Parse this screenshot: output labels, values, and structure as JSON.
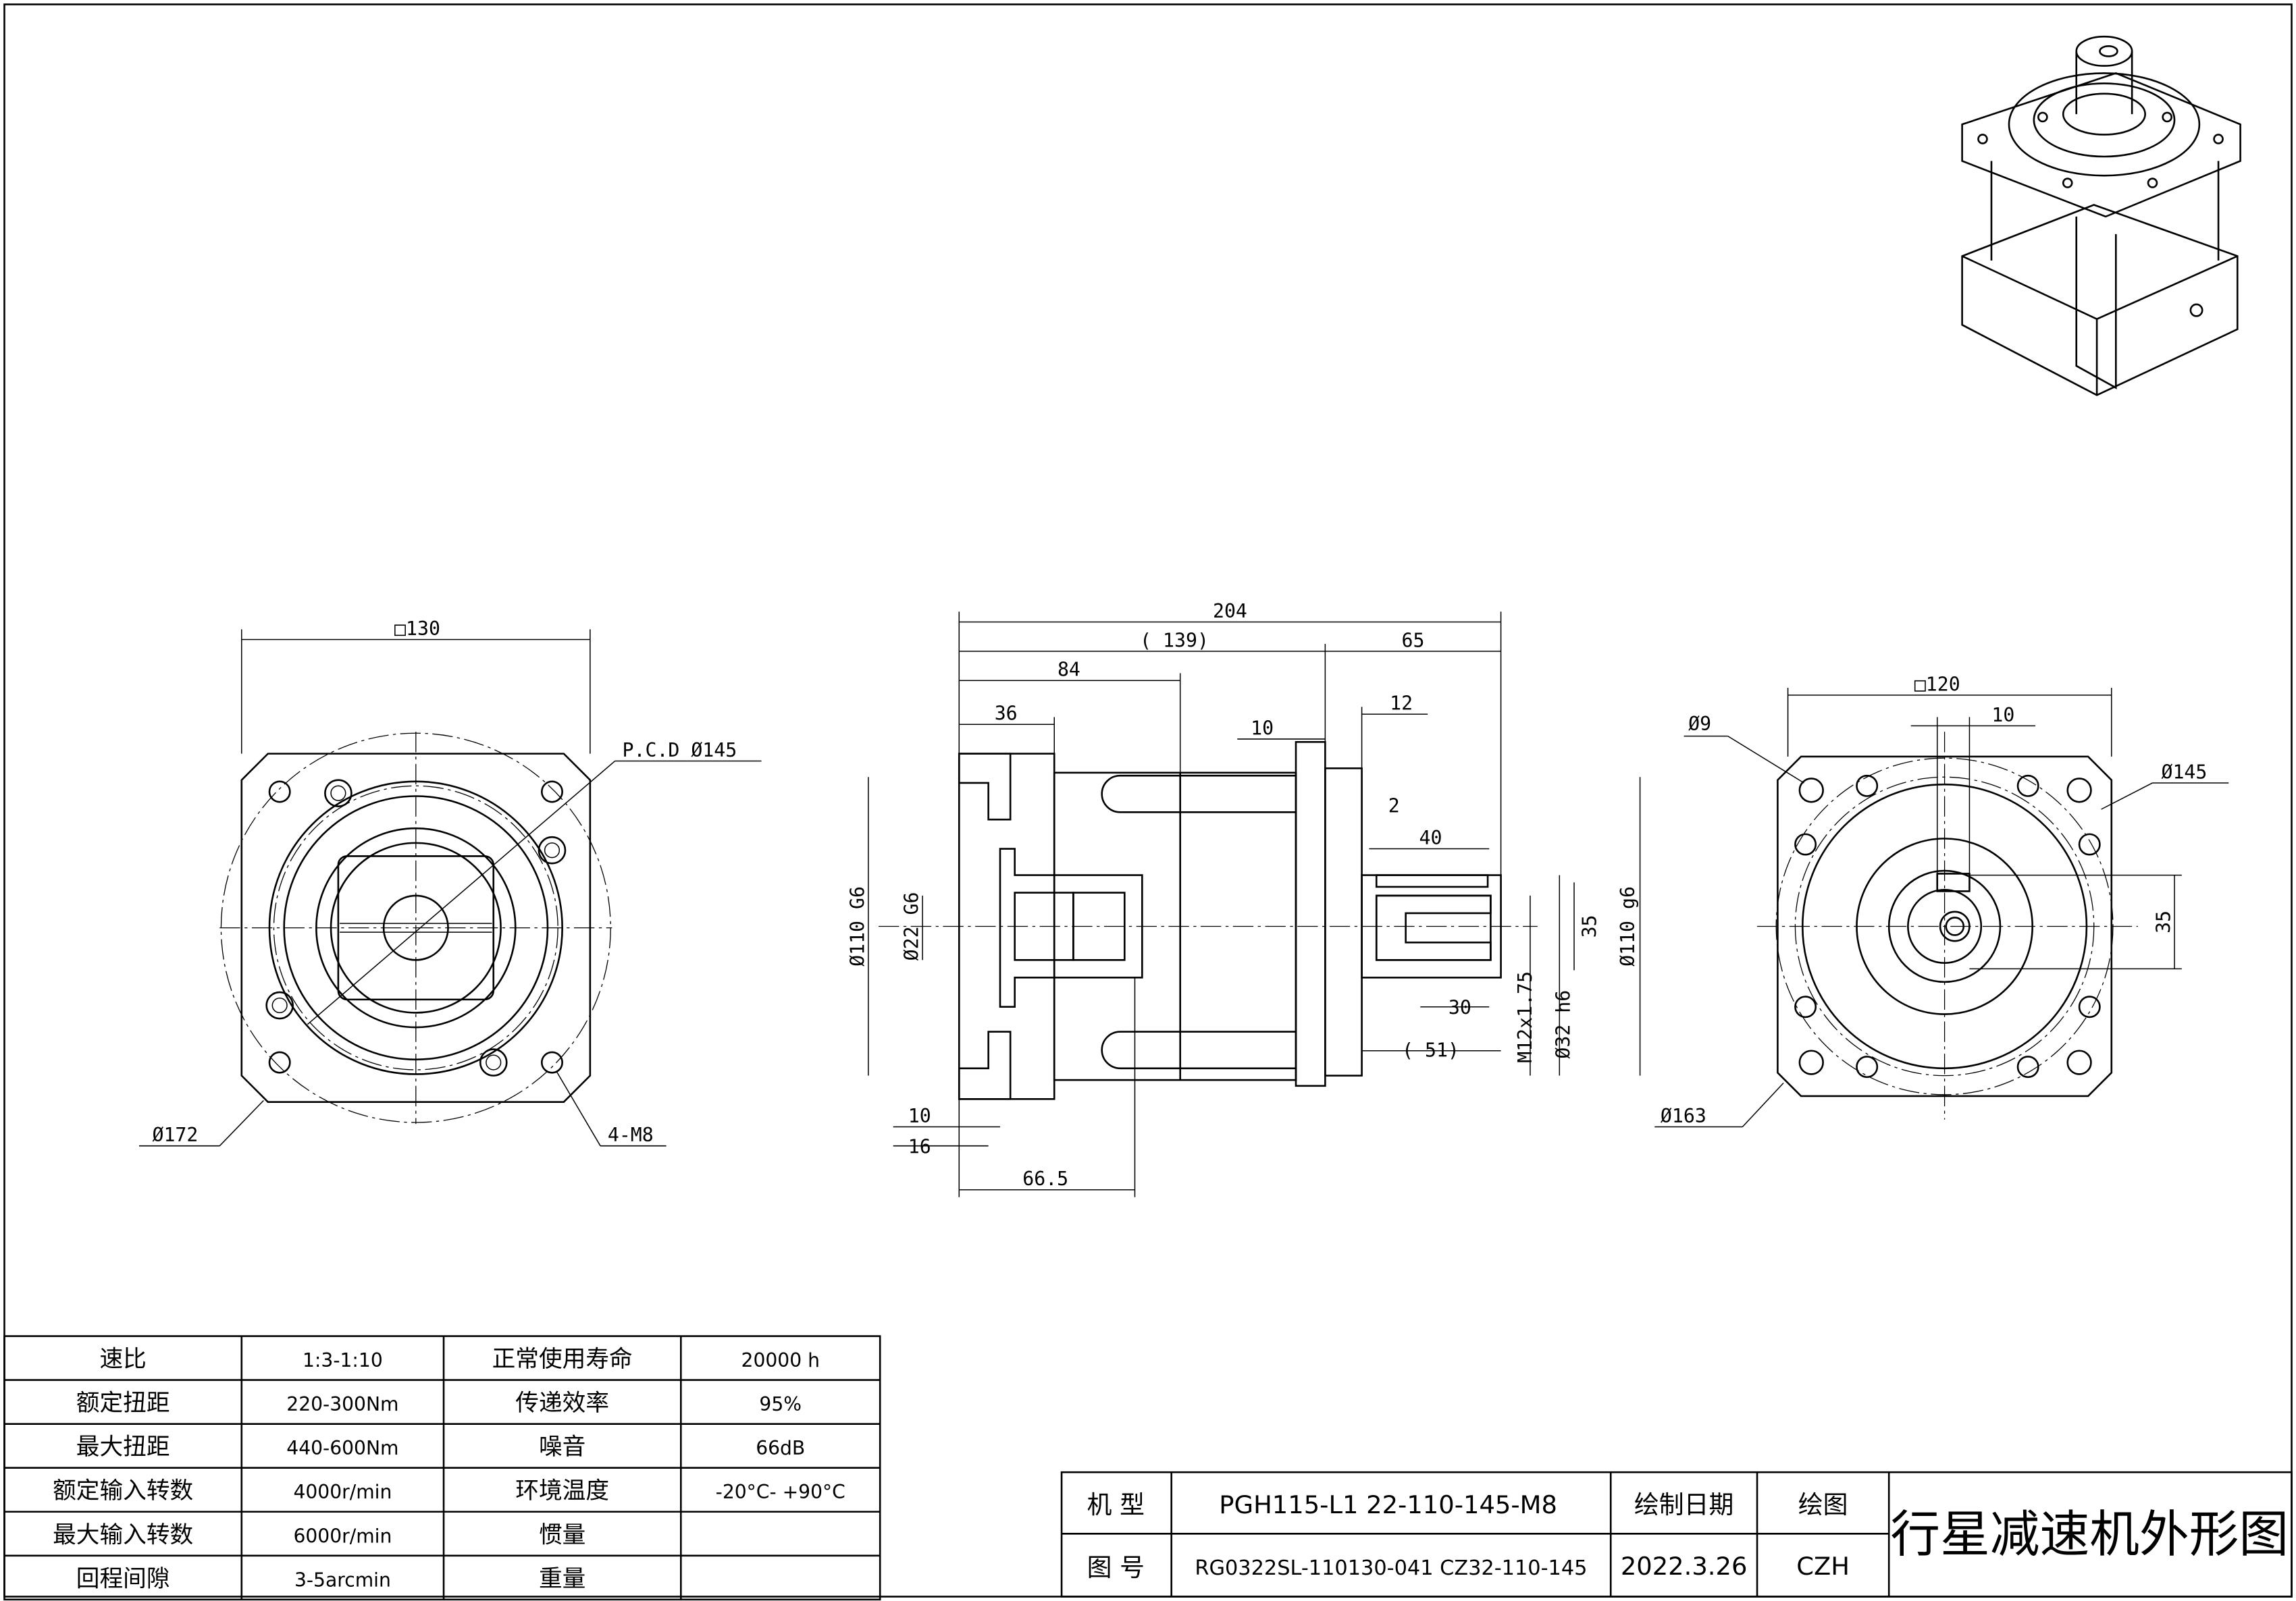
{
  "left_view": {
    "square": "□130",
    "pcd": "P.C.D Ø145",
    "outer_dia": "Ø172",
    "thread": "4-M8"
  },
  "side_view": {
    "overall": "204",
    "body": "( 139)",
    "shaft_len": "65",
    "d84": "84",
    "d36": "36",
    "d10": "10",
    "d12": "12",
    "d2": "2",
    "key_len": "40",
    "key_h": "35",
    "out_dia": "Ø110 g6",
    "shaft_dia": "Ø32 h6",
    "thread": "M12x1.75",
    "d30": "30",
    "d51": "( 51)",
    "in_dia": "Ø110 G6",
    "in_bore": "Ø22 G6",
    "b10": "10",
    "b16": "16",
    "b665": "66.5"
  },
  "right_view": {
    "square": "□120",
    "key": "10",
    "hole": "Ø9",
    "pcd": "Ø145",
    "key_h": "35",
    "outer": "Ø163"
  },
  "spec_table": {
    "rows": [
      [
        "速比",
        "1:3-1:10",
        "正常使用寿命",
        "20000 h"
      ],
      [
        "额定扭距",
        "220-300Nm",
        "传递效率",
        "95%"
      ],
      [
        "最大扭距",
        "440-600Nm",
        "噪音",
        "66dB"
      ],
      [
        "额定输入转数",
        "4000r/min",
        "环境温度",
        "-20°C- +90°C"
      ],
      [
        "最大输入转数",
        "6000r/min",
        "惯量",
        ""
      ],
      [
        "回程间隙",
        "3-5arcmin",
        "重量",
        ""
      ]
    ]
  },
  "title_block": {
    "model_label": "机 型",
    "model": "PGH115-L1 22-110-145-M8",
    "drawing_no_label": "图 号",
    "drawing_no": "RG0322SL-110130-041 CZ32-110-145",
    "date_label": "绘制日期",
    "date": "2022.3.26",
    "drawer_label": "绘图",
    "drawer": "CZH",
    "title": "行星减速机外形图"
  }
}
